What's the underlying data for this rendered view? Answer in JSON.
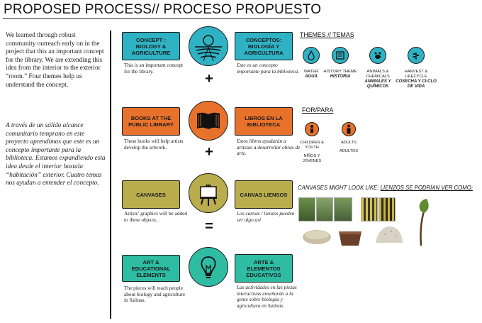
{
  "page": {
    "title": "PROPOSED PROCESS// PROCESO PROPUESTO"
  },
  "intro": {
    "en": "We learned through robust community outreach early on in the project that this an important concept for the library. We are extending this idea from the interior to the exterior “room.” Four themes help us understand the concept.",
    "es": "A través de un sólido alcance comunitario temprano en este proyecto aprendimos que este es un concepto importante para la biblioteca. Estamos expandiendo esta idea desde el interior hastala “habitación” exterior. Cuatro temas nos ayudan a entender el concepto."
  },
  "process": [
    {
      "en_label": "CONCEPT : BIOLOGY & AGRICULTURE",
      "es_label": "CONCEPTOS: BIOLOGÍA Y AGRICULTURA",
      "en_desc": "This is an important concept for the library.",
      "es_desc": "Este es un concepto importante para la biblioteca.",
      "icon": "farm-field-icon",
      "color": "#2fb2c4",
      "operator": "+"
    },
    {
      "en_label": "BOOKS AT THE PUBLIC LIBRARY",
      "es_label": "LIBROS EN LA BIBLIOTECA",
      "en_desc": "These books will help artists develop the artwork.",
      "es_desc": "Estos libros ayudarán a artistas a desarrollar obras de arte.",
      "icon": "open-book-icon",
      "color": "#e8722c",
      "operator": "+"
    },
    {
      "en_label": "CANVASES",
      "es_label": "CANVAS LIENSOS",
      "en_desc": "Artists’ graphics will be added to these objects.",
      "es_desc": "Los canvas / lienzos pueden ser algo así",
      "icon": "easel-icon",
      "color": "#b9ad4e",
      "operator": "="
    },
    {
      "en_label": "ART & EDUCATIONAL ELEMENTS",
      "es_label": "ARTE & ELEMENTOS EDUCATIVOS",
      "en_desc": "The pieces will teach people about biology and agriculture in Salinas.",
      "es_desc": "Las actividades en las piezas interactivas enseñarán a la gente sobre biología y agricultura en Salinas.",
      "icon": "lightbulb-icon",
      "color": "#2ebca3",
      "operator": ""
    }
  ],
  "themes": {
    "heading": "THEMES // TEMAS",
    "items": [
      {
        "en": "WATER",
        "es": "AGUA",
        "icon": "water-drop-icon",
        "color": "#2fb2c4"
      },
      {
        "en": "HISTORY THEME",
        "es": "HISTORIA",
        "icon": "history-book-icon",
        "color": "#2fb2c4"
      },
      {
        "en": "ANIMALS & CHEMICALS",
        "es": "ANIMALES Y QUÍMICOS",
        "icon": "animals-icon",
        "color": "#2fb2c4"
      },
      {
        "en": "HARVEST & LIFECYCLE",
        "es": "COSECHA Y CI-CLO DE VIDA",
        "icon": "harvest-icon",
        "color": "#2fb2c4"
      }
    ]
  },
  "audience": {
    "heading": "FOR/PARA",
    "items": [
      {
        "en": "CHILDREN & YOUTH",
        "es": "NIÑOS Y JOVENES",
        "icon": "child-icon"
      },
      {
        "en": "ADULTS",
        "es": "ADULTOS",
        "icon": "adult-icon"
      }
    ]
  },
  "canvases": {
    "heading_en": "CANVASES MIGHT LOOK LIKE:",
    "heading_es": "LIENZOS SE PODRÍAN VER COMO:"
  }
}
